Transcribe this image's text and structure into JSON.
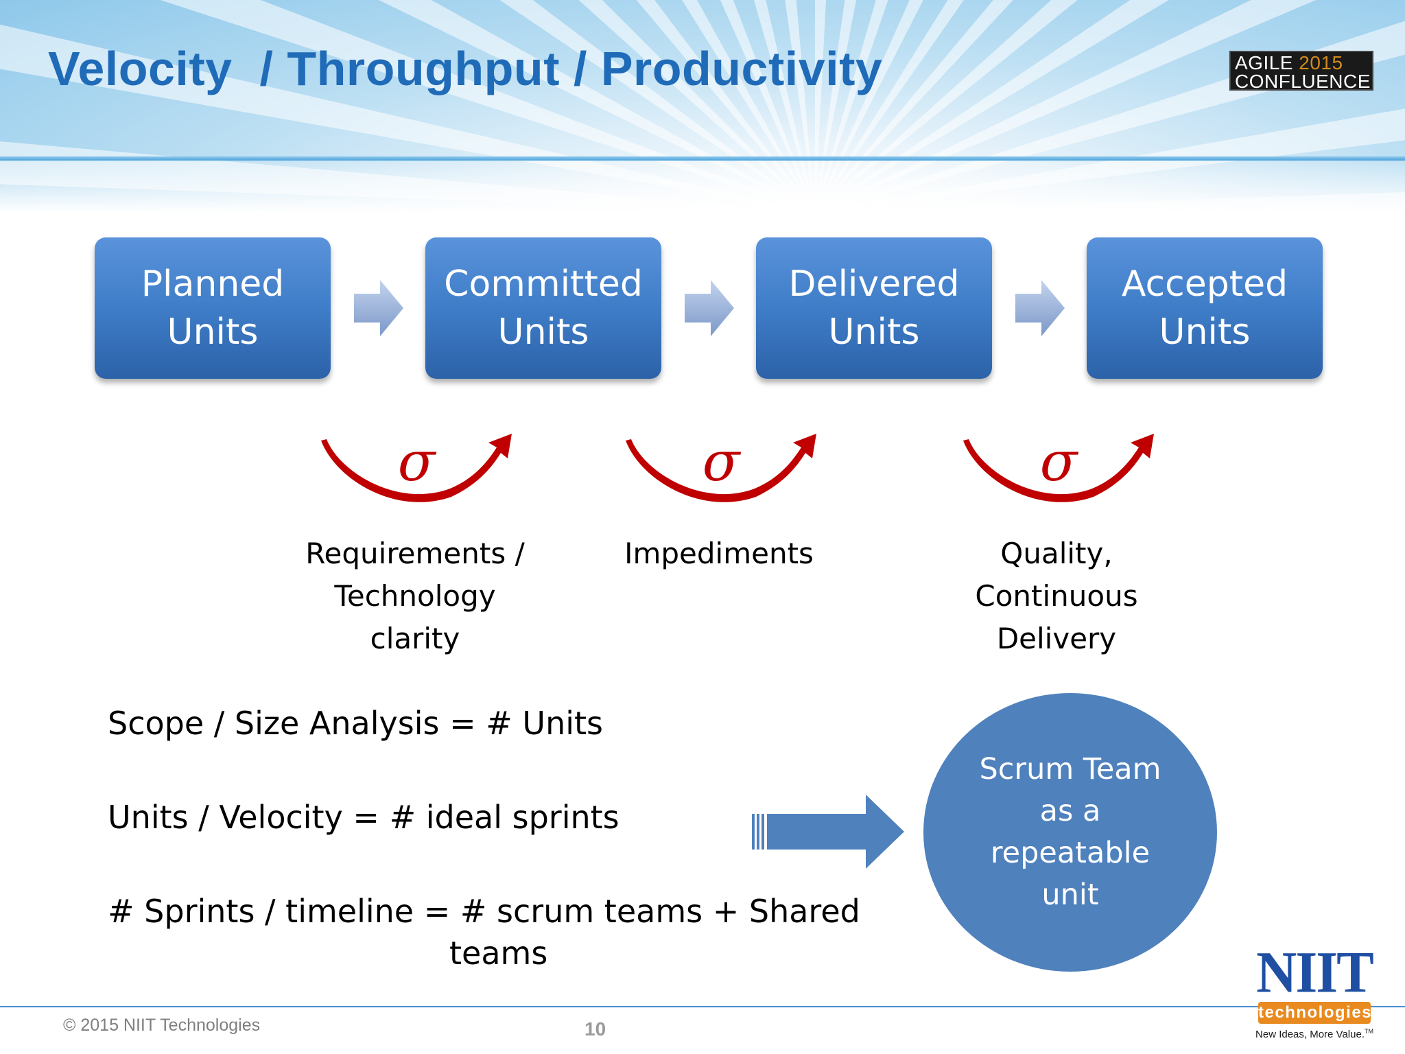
{
  "header": {
    "title": "Velocity  / Throughput / Productivity",
    "event_logo": {
      "line1_word": "AGILE",
      "line1_year": "2015",
      "line2": "CONFLUENCE"
    }
  },
  "flow": {
    "stages": [
      {
        "label": "Planned\nUnits"
      },
      {
        "label": "Committed\nUnits"
      },
      {
        "label": "Delivered\nUnits"
      },
      {
        "label": "Accepted\nUnits"
      }
    ],
    "connector_icon": "right-arrow-icon"
  },
  "variation": {
    "symbol": "σ",
    "icon": "curved-arrow-icon",
    "factors": [
      {
        "label": "Requirements /\nTechnology\nclarity"
      },
      {
        "label": "Impediments"
      },
      {
        "label": "Quality,\nContinuous\nDelivery"
      }
    ]
  },
  "formulas": [
    "Scope / Size Analysis = # Units",
    "Units / Velocity = # ideal sprints",
    "# Sprints / timeline = # scrum teams + Shared"
  ],
  "formula_continuation": "teams",
  "team_circle": {
    "label": "Scrum Team\nas a\nrepeatable\nunit"
  },
  "footer": {
    "copyright": "© 2015 NIIT Technologies",
    "page_number": "10",
    "logo": {
      "name": "NIIT",
      "sub": "technologies",
      "tagline": "New Ideas, More Value.",
      "tm": "TM"
    }
  },
  "colors": {
    "title": "#1f6bb8",
    "stage_fill": "#3f7dc8",
    "flow_arrow": "#8aa8d8",
    "sigma_red": "#c00000",
    "circle_fill": "#4f81bd",
    "big_arrow": "#4f81bd",
    "niit_blue": "#1f4fa3",
    "niit_orange": "#e88a1f"
  }
}
